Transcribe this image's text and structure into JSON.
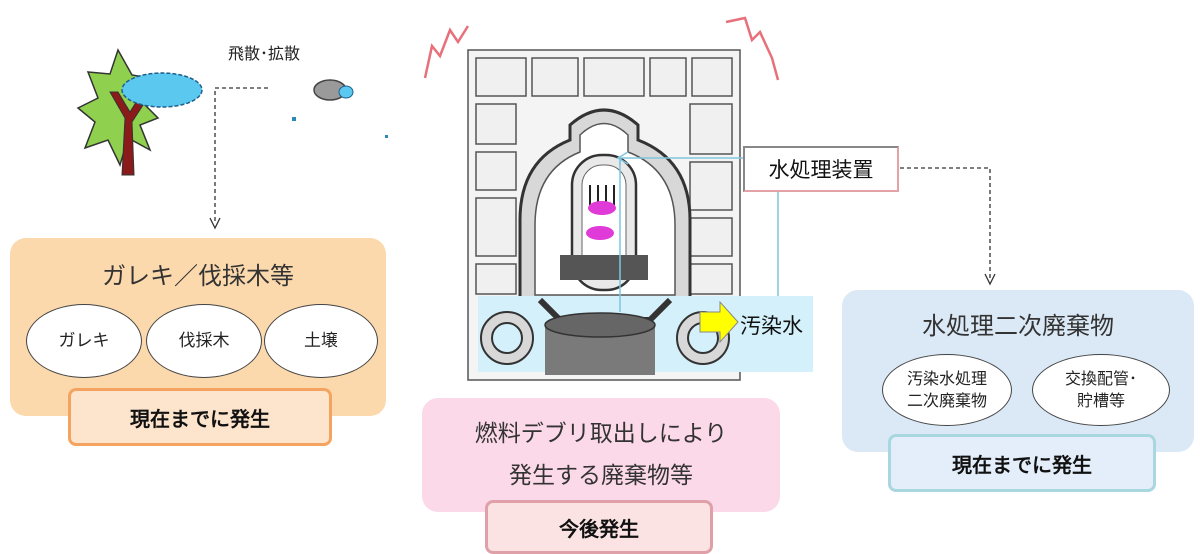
{
  "scatter_label": "飛散･拡散",
  "rubble_panel": {
    "title": "ガレキ／伐採木等",
    "items": [
      "ガレキ",
      "伐採木",
      "土壌"
    ],
    "badge": "現在までに発生"
  },
  "center_panel": {
    "title_line1": "燃料デブリ取出しにより",
    "title_line2": "発生する廃棄物等",
    "badge": "今後発生"
  },
  "water_treatment_label": "水処理装置",
  "contaminated_water_label": "汚染水",
  "water_panel": {
    "title": "水処理二次廃棄物",
    "items": [
      "汚染水処理\n二次廃棄物",
      "交換配管･\n貯槽等"
    ],
    "badge": "現在までに発生"
  },
  "colors": {
    "rubble_panel_bg": "#fbd9ad",
    "rubble_badge_border": "#f4a460",
    "center_panel_bg": "#fcd9e8",
    "center_badge_border": "#e0a0a8",
    "water_panel_bg": "#dbe9f6",
    "water_badge_border": "#a9d7e0",
    "cloud_blue": "#5bc8f0",
    "pink_lines": "#e8707a",
    "arrow_yellow": "#ffff00",
    "fuel_magenta": "#e03ad8"
  }
}
